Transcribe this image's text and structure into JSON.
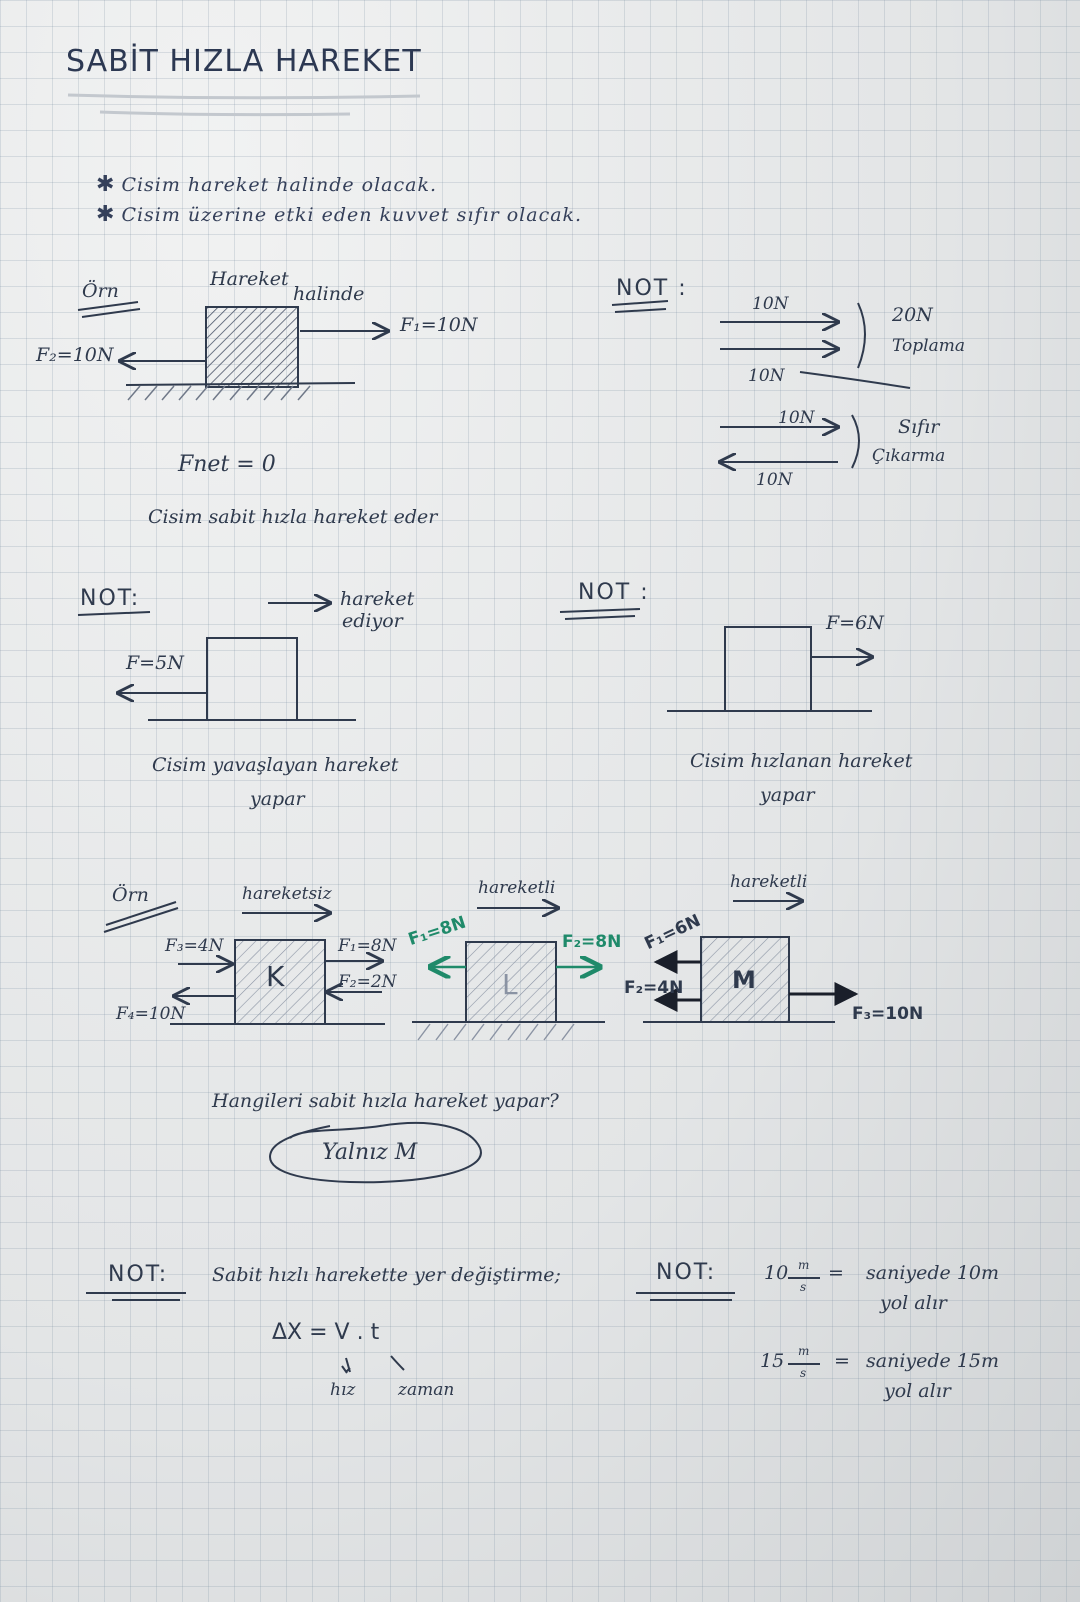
{
  "title": "SABİT HIZLA HAREKET",
  "bullets": [
    "Cisim hareket halinde olacak.",
    "Cisim üzerine etki eden kuvvet sıfır olacak."
  ],
  "ex1": {
    "label": "Örn",
    "top_label_1": "Hareket",
    "top_label_2": "halinde",
    "f1": "F₁=10N",
    "f2": "F₂=10N",
    "fnet": "Fnet = 0",
    "caption": "Cisim sabit hızla hareket eder"
  },
  "note1": {
    "label": "NOT :",
    "top": "10N",
    "second": "10N",
    "sum": "20N",
    "sum_label": "Toplama",
    "third": "10N",
    "fourth": "10N",
    "zero": "Sıfır",
    "sub_label": "Çıkarma"
  },
  "note2": {
    "label": "NOT:",
    "moving_1": "hareket",
    "moving_2": "ediyor",
    "force": "F=5N",
    "caption_1": "Cisim yavaşlayan hareket",
    "caption_2": "yapar"
  },
  "note3": {
    "label": "NOT :",
    "force": "F=6N",
    "caption_1": "Cisim hızlanan hareket",
    "caption_2": "yapar"
  },
  "ex2": {
    "label": "Örn",
    "k": {
      "state": "hareketsiz",
      "letter": "K",
      "f3": "F₃=4N",
      "f4": "F₄=10N",
      "f1": "F₁=8N",
      "f2": "F₂=2N"
    },
    "l": {
      "state": "hareketli",
      "letter": "L",
      "left": "F₁=8N",
      "right": "F₂=8N"
    },
    "m": {
      "state": "hareketli",
      "letter": "M",
      "f1": "F₁=6N",
      "f2": "F₂=4N",
      "f3": "F₃=10N"
    },
    "question": "Hangileri sabit hızla hareket yapar?",
    "answer": "Yalnız M"
  },
  "note4": {
    "label": "NOT:",
    "text": "Sabit hızlı harekette yer değiştirme;",
    "formula": "ΔX = V . t",
    "v_label": "hız",
    "t_label": "zaman"
  },
  "note5": {
    "label": "NOT:",
    "l1_value": "10",
    "l1_unit_num": "m",
    "l1_unit_den": "s",
    "l1_text_1": "saniyede 10m",
    "l1_text_2": "yol alır",
    "l2_value": "15",
    "l2_unit_num": "m",
    "l2_unit_den": "s",
    "l2_text_1": "saniyede 15m",
    "l2_text_2": "yol alır"
  },
  "colors": {
    "ink": "#2f3a4d",
    "green_ink": "#1f8a6a",
    "paper": "#e7e9ea"
  }
}
